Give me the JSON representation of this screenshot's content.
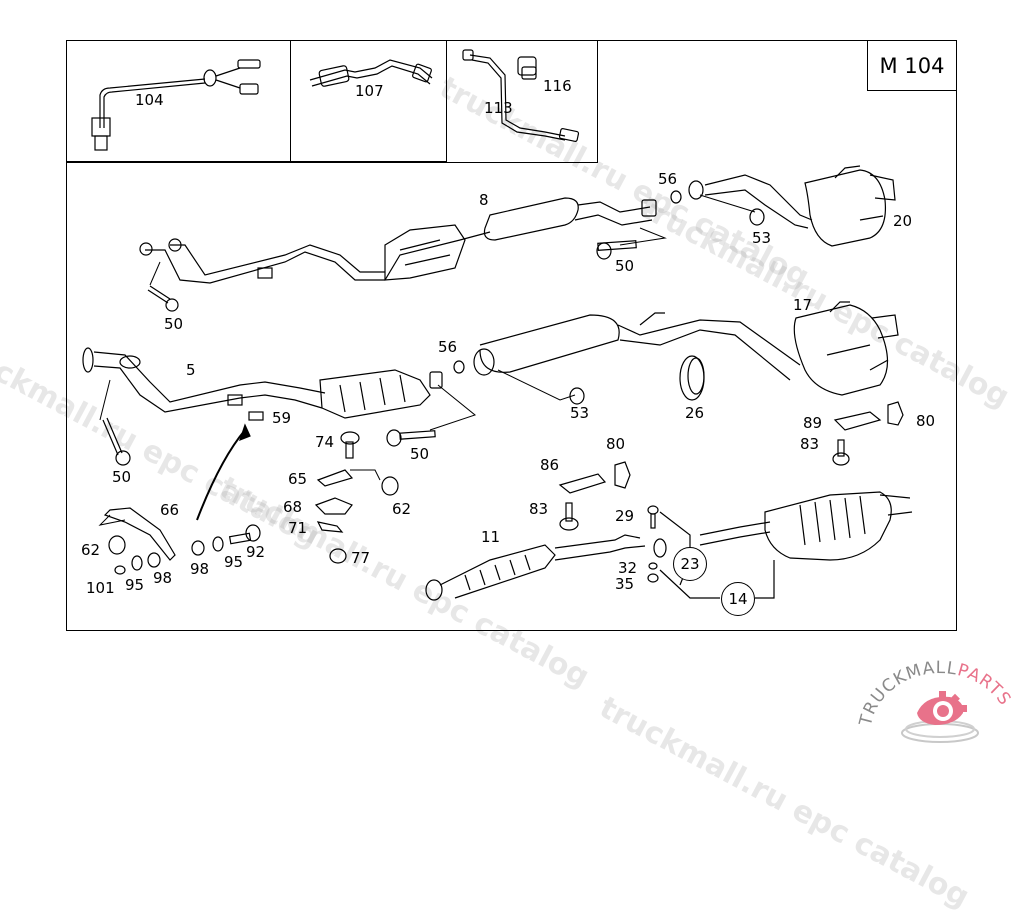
{
  "diagram": {
    "model_code": "M 104",
    "insets": [
      {
        "id": "oxygen-sensor-104",
        "labels": [
          "104"
        ]
      },
      {
        "id": "oxygen-sensor-107",
        "labels": [
          "107"
        ]
      },
      {
        "id": "sensor-line-113-116",
        "labels": [
          "113",
          "116"
        ]
      }
    ],
    "part_labels": [
      {
        "name": "front-pipe-8",
        "text": "8"
      },
      {
        "name": "gasket-56-top",
        "text": "56"
      },
      {
        "name": "nut-53-top",
        "text": "53"
      },
      {
        "name": "rear-muffler-20",
        "text": "20"
      },
      {
        "name": "bolt-50-top-right",
        "text": "50"
      },
      {
        "name": "bolt-50-top-left",
        "text": "50"
      },
      {
        "name": "front-pipe-5",
        "text": "5"
      },
      {
        "name": "gasket-56-mid",
        "text": "56"
      },
      {
        "name": "rear-muffler-17",
        "text": "17"
      },
      {
        "name": "clip-59",
        "text": "59"
      },
      {
        "name": "nut-53-mid",
        "text": "53"
      },
      {
        "name": "clamp-26",
        "text": "26"
      },
      {
        "name": "bolt-50-mid-left",
        "text": "50"
      },
      {
        "name": "bolt-74",
        "text": "74"
      },
      {
        "name": "bolt-50-mid",
        "text": "50"
      },
      {
        "name": "bracket-89",
        "text": "89"
      },
      {
        "name": "hanger-80-right",
        "text": "80"
      },
      {
        "name": "bolt-83-right",
        "text": "83"
      },
      {
        "name": "bracket-65",
        "text": "65"
      },
      {
        "name": "nut-62-mid",
        "text": "62"
      },
      {
        "name": "clamp-68",
        "text": "68"
      },
      {
        "name": "clamp-71",
        "text": "71"
      },
      {
        "name": "nut-77",
        "text": "77"
      },
      {
        "name": "hanger-80-mid",
        "text": "80"
      },
      {
        "name": "bracket-86",
        "text": "86"
      },
      {
        "name": "bolt-83-mid",
        "text": "83"
      },
      {
        "name": "bracket-66",
        "text": "66"
      },
      {
        "name": "nut-62-left",
        "text": "62"
      },
      {
        "name": "washer-101",
        "text": "101"
      },
      {
        "name": "washer-95-left",
        "text": "95"
      },
      {
        "name": "bushing-98-left",
        "text": "98"
      },
      {
        "name": "bushing-98-mid",
        "text": "98"
      },
      {
        "name": "washer-95-mid",
        "text": "95"
      },
      {
        "name": "bolt-92",
        "text": "92"
      },
      {
        "name": "catalytic-converter-11",
        "text": "11"
      },
      {
        "name": "bolt-29",
        "text": "29"
      },
      {
        "name": "washer-32",
        "text": "32"
      },
      {
        "name": "nut-35",
        "text": "35"
      }
    ],
    "circled_labels": [
      {
        "name": "kit-23",
        "text": "23"
      },
      {
        "name": "kit-14",
        "text": "14"
      }
    ]
  },
  "watermarks": [
    "truckmall.ru epc catalog"
  ],
  "logo": {
    "text_primary": "TRUCKMALL",
    "text_accent": "PARTS",
    "accent_color": "#e8728a",
    "primary_color": "#8a8a8a"
  }
}
